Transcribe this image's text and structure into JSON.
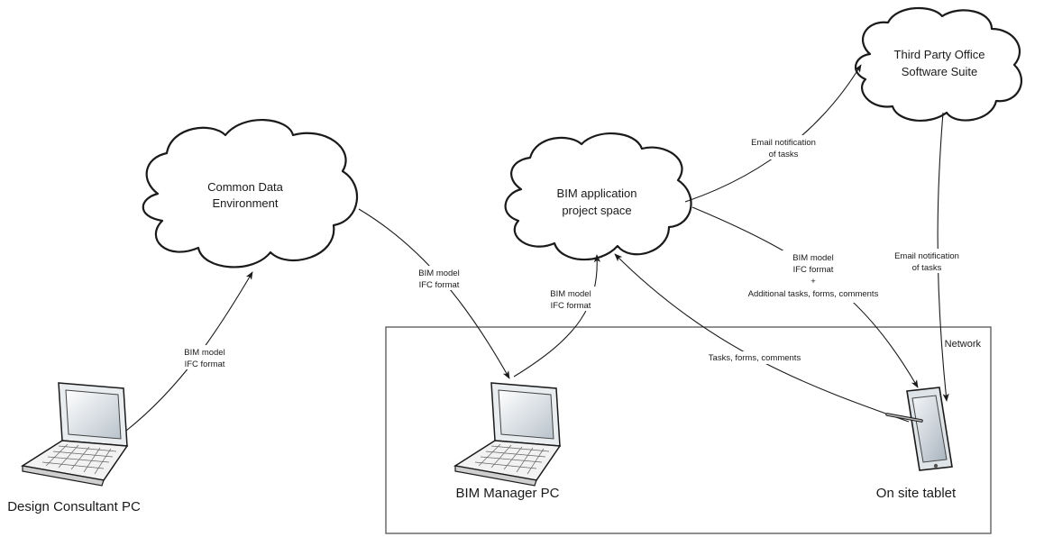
{
  "network": {
    "label": "Network"
  },
  "clouds": {
    "cde": [
      "Common Data",
      "Environment"
    ],
    "bim_space": [
      "BIM application",
      "project space"
    ],
    "third_party": [
      "Third Party Office",
      "Software Suite"
    ]
  },
  "devices": {
    "design_pc": "Design Consultant PC",
    "bim_manager_pc": "BIM Manager PC",
    "tablet": "On site tablet"
  },
  "edges": {
    "design_to_cde": [
      "BIM model",
      "IFC format"
    ],
    "cde_to_manager": [
      "BIM model",
      "IFC format"
    ],
    "manager_to_space": [
      "BIM model",
      "IFC format"
    ],
    "space_to_third": [
      "Email notification",
      "of tasks"
    ],
    "space_to_tablet": [
      "BIM model",
      "IFC format",
      "+",
      "Additional tasks, forms, comments"
    ],
    "third_to_tablet": [
      "Email notification",
      "of tasks"
    ],
    "tablet_to_space": [
      "Tasks, forms, comments"
    ]
  }
}
